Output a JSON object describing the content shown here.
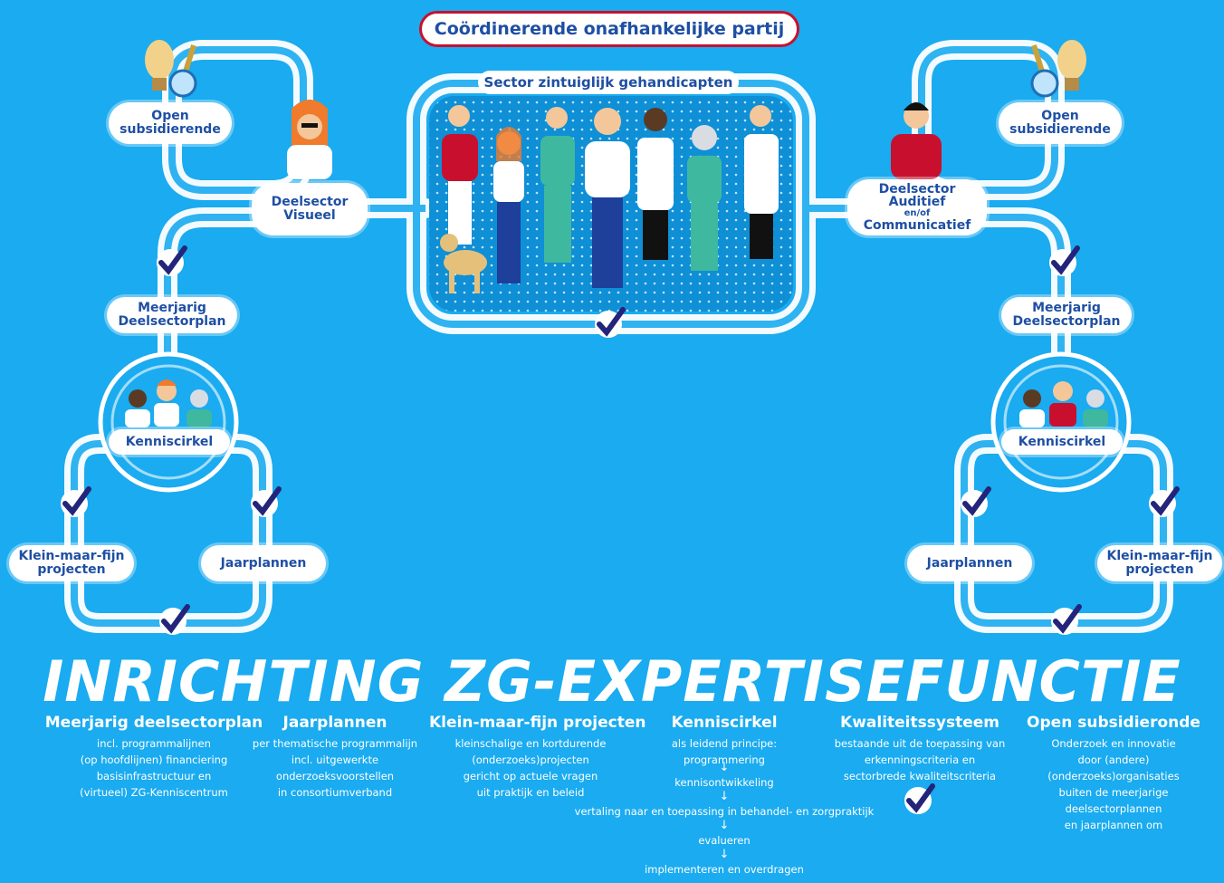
{
  "header": {
    "coordinating_party": "Coördinerende onafhankelijke partij"
  },
  "sector": {
    "label": "Sector zintuiglijk gehandicapten"
  },
  "left": {
    "open_subsidy": "Open\nsubsidierende",
    "deelsector": "Deelsector\nVisueel",
    "meerjarig": "Meerjarig\nDeelsectorplan",
    "kenniscirkel": "Kenniscirkel",
    "klein": "Klein-maar-fijn\nprojecten",
    "jaarplannen": "Jaarplannen"
  },
  "right": {
    "open_subsidy": "Open\nsubsidierende",
    "deelsector_line1": "Deelsector",
    "deelsector_line2": "Auditief",
    "deelsector_line3": "en/of",
    "deelsector_line4": "Communicatief",
    "meerjarig": "Meerjarig\nDeelsectorplan",
    "kenniscirkel": "Kenniscirkel",
    "klein": "Klein-maar-fijn\nprojecten",
    "jaarplannen": "Jaarplannen"
  },
  "title": "INRICHTING ZG-EXPERTISEFUNCTIE",
  "legend": [
    {
      "heading": "Meerjarig deelsectorplan",
      "text": "incl. programmalijnen\n(op hoofdlijnen) financiering\nbasisinfrastructuur en\n(virtueel) ZG-Kenniscentrum"
    },
    {
      "heading": "Jaarplannen",
      "text": "per thematische programmalijn\nincl. uitgewerkte\nonderzoeksvoorstellen\nin consortiumverband"
    },
    {
      "heading": "Klein-maar-fijn projecten",
      "text": "kleinschalige en kortdurende\n(onderzoeks)projecten\ngericht op actuele vragen\nuit praktijk en beleid"
    },
    {
      "heading": "Kenniscirkel",
      "text": "als leidend principe:\nprogrammering"
    },
    {
      "heading": "Kwaliteitssysteem",
      "text": "bestaande uit de toepassing van\nerkenningscriteria en\nsectorbrede kwaliteitscriteria"
    },
    {
      "heading": "Open subsidieronde",
      "text": "Onderzoek en innovatie\ndoor (andere)\n(onderzoeks)organisaties\nbuiten de meerjarige\ndeelsectorplannen\nen jaarplannen om"
    }
  ],
  "kenniscirkel_flow": {
    "step1": "kennisontwikkeling",
    "step2": "vertaling naar en toepassing in behandel- en zorgpraktijk",
    "step3": "evalueren",
    "step4": "implementeren en overdragen"
  },
  "colors": {
    "background": "#1aabf0",
    "text_blue": "#1e4fa3",
    "check_blue": "#23247a",
    "accent_red": "#c8102e"
  }
}
